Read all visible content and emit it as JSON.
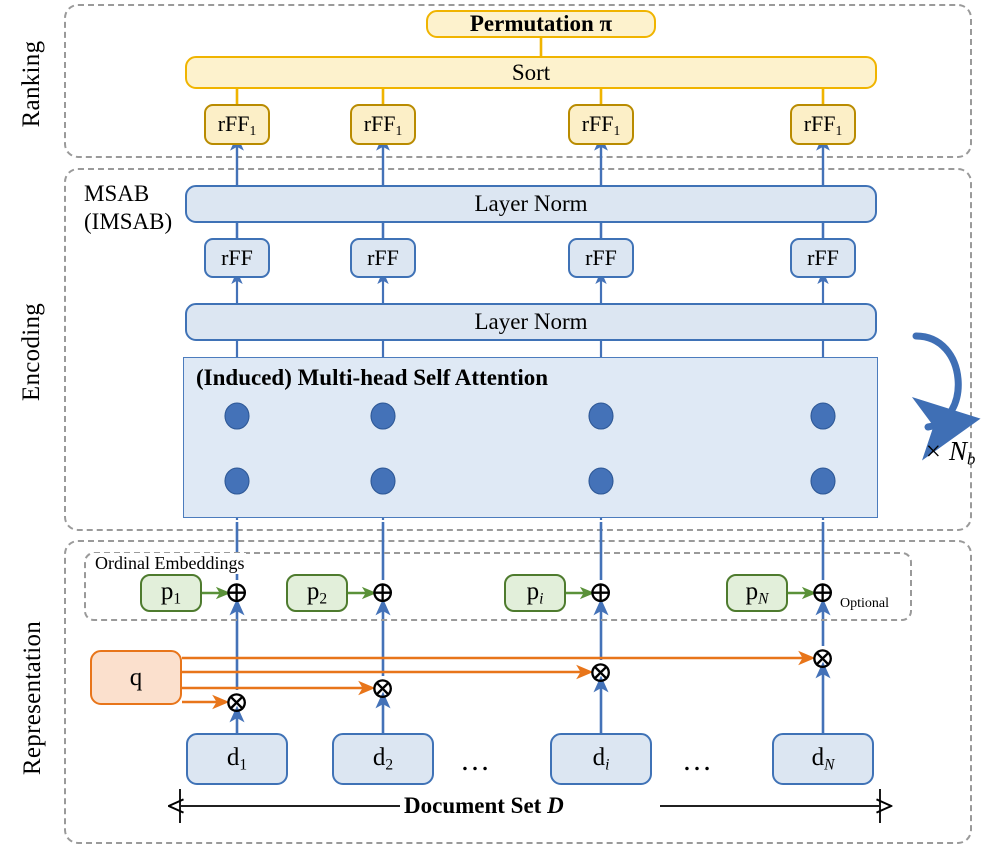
{
  "figure": {
    "title": "Set-based permutation ranking architecture",
    "sections": [
      {
        "name": "Ranking",
        "label": "Ranking"
      },
      {
        "name": "Encoding",
        "label": "Encoding"
      },
      {
        "name": "Representation",
        "label": "Representation"
      }
    ]
  },
  "ranking": {
    "permutation_label": "Permutation π",
    "sort_label": "Sort",
    "rff_labels": [
      "rFF",
      "rFF",
      "rFF",
      "rFF"
    ],
    "rff_subscript": "1",
    "accent_color": "#f0b400",
    "fill_color": "#fdf2cd"
  },
  "encoding": {
    "block_label_line1": "MSAB",
    "block_label_line2": "(IMSAB)",
    "layer_norm_top": "Layer Norm",
    "layer_norm_bottom": "Layer Norm",
    "rff_labels": [
      "rFF",
      "rFF",
      "rFF",
      "rFF"
    ],
    "attention_label": "(Induced) Multi-head Self Attention",
    "repeat_label": "×",
    "repeat_symbol": "N",
    "repeat_subscript": "b",
    "accent_color": "#3f72b6",
    "fill_color": "#dce6f2",
    "attention_fill": "#dfe9f5"
  },
  "representation": {
    "ordinal_title": "Ordinal Embeddings",
    "optional_label": "Optional",
    "position_labels": [
      "p",
      "p",
      "p",
      "p"
    ],
    "position_subscripts": [
      "1",
      "2",
      "i",
      "N"
    ],
    "plus_icon": "⊕",
    "times_icon": "⊗",
    "query_label": "q",
    "document_labels": [
      "d",
      "d",
      "d",
      "d"
    ],
    "document_subscripts": [
      "1",
      "2",
      "i",
      "N"
    ],
    "ellipsis_1": "…",
    "ellipsis_2": "…",
    "document_set_label": "Document Set",
    "document_set_symbol": "D",
    "green_color": "#4e7b2e",
    "green_fill": "#e2efda",
    "orange_color": "#e8751a",
    "orange_fill": "#fbe0cd",
    "blue_color": "#3f72b6",
    "blue_fill": "#dce6f2"
  }
}
